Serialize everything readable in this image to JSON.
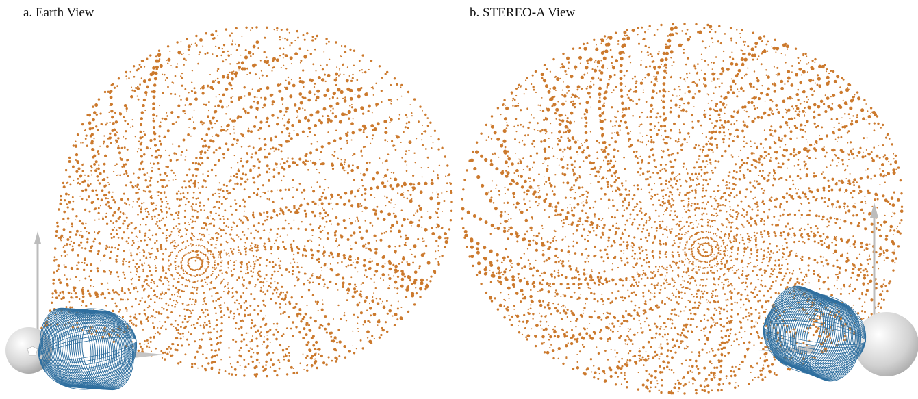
{
  "panels": [
    {
      "id": "earth",
      "label": "a. Earth View"
    },
    {
      "id": "stereo",
      "label": "b. STEREO-A View"
    }
  ],
  "colors": {
    "field_points": "#cc7a2e",
    "flux_rope": "#2f6f9f",
    "sphere": "#d6d6d6",
    "arrow": "#b8b8b8"
  },
  "icons": [
    "sphere-icon",
    "arrow-icon",
    "flux-rope-icon"
  ]
}
